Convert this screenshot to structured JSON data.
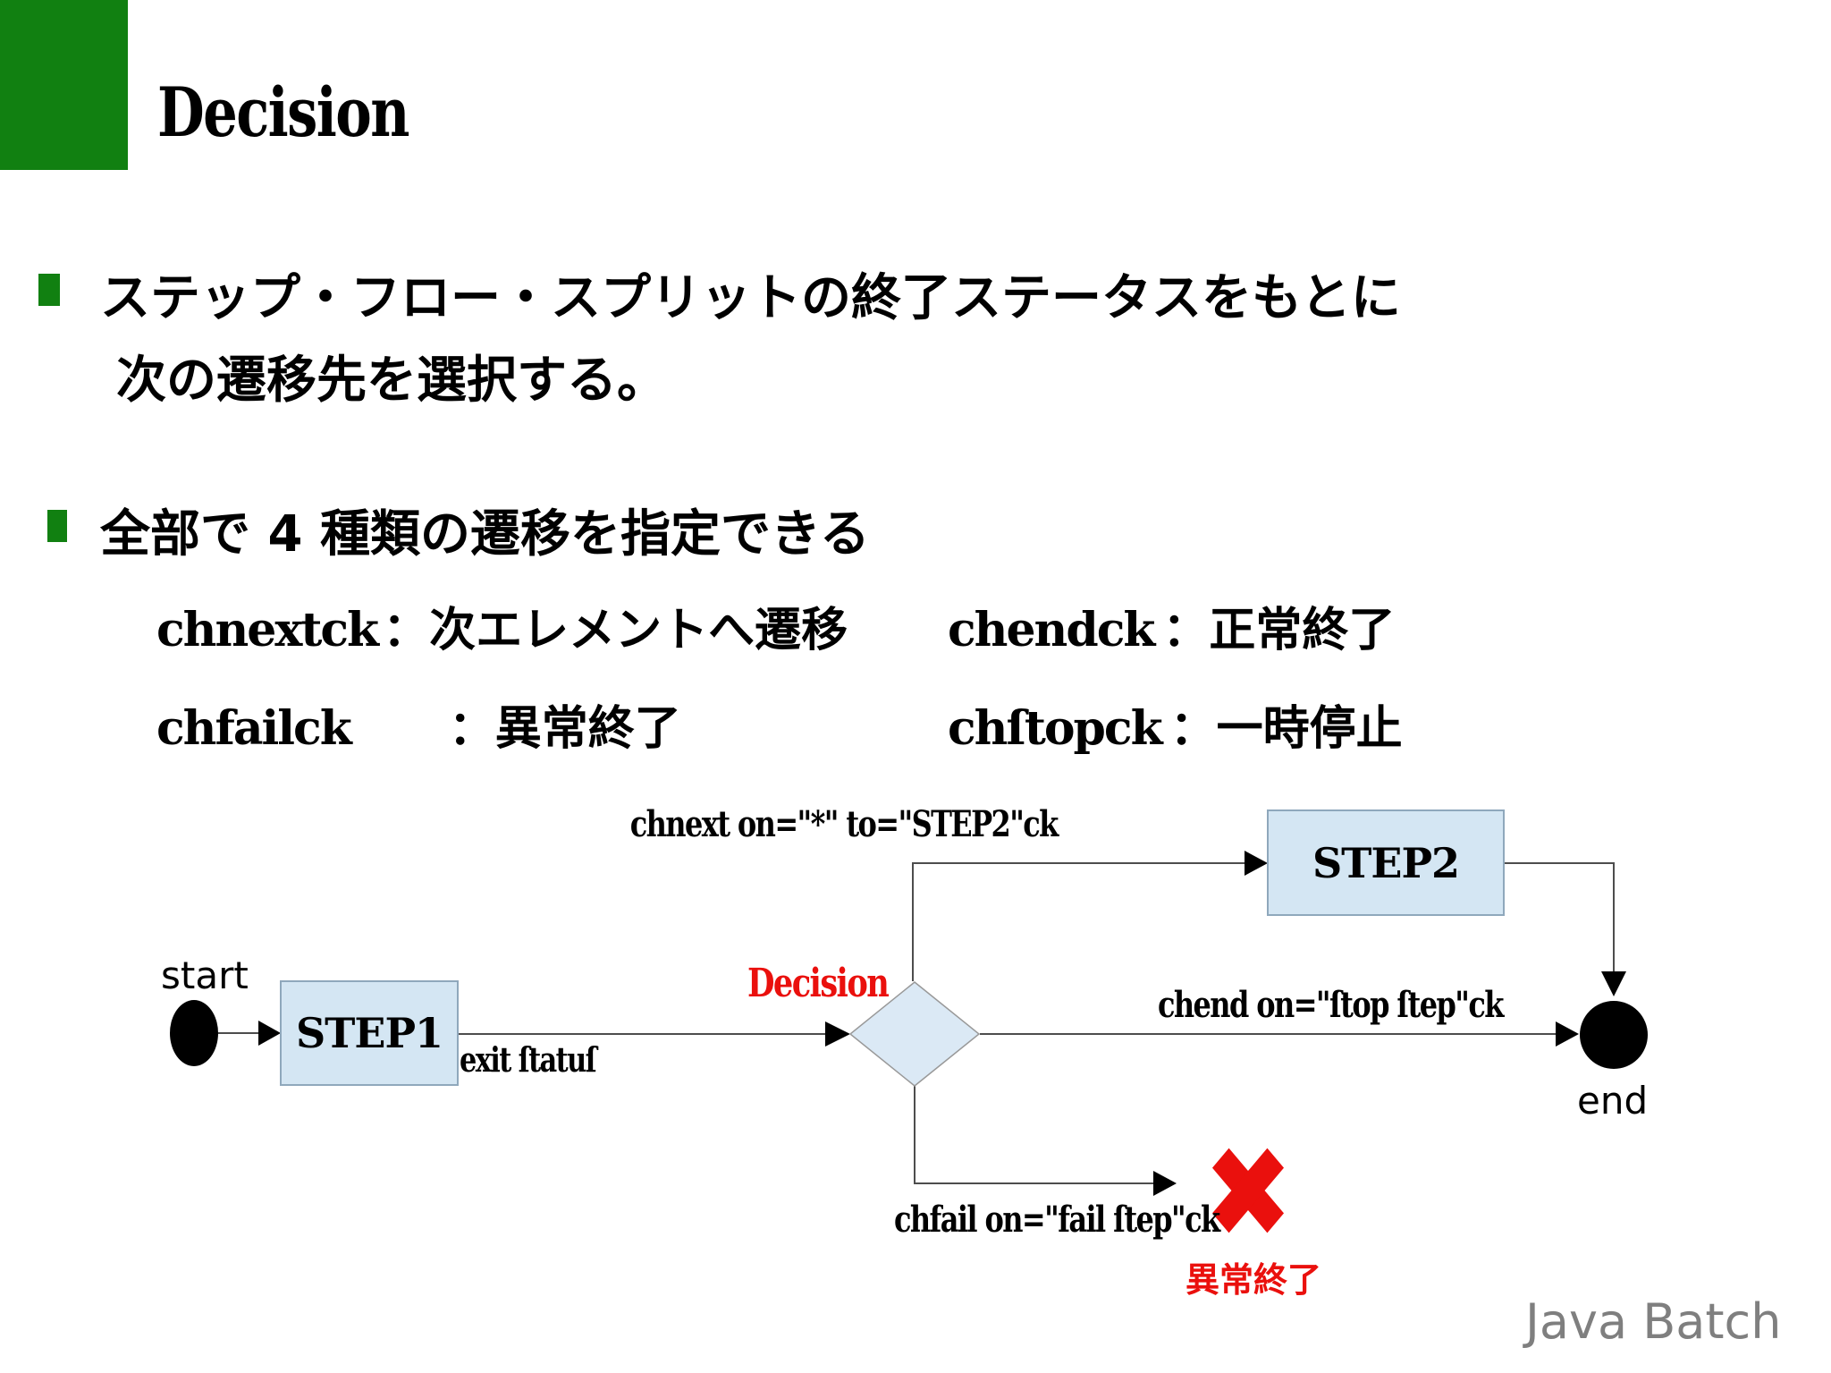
{
  "slide": {
    "title": "Decision",
    "footer": "Java Batch"
  },
  "bullets": {
    "b1_line1": "ステップ・フロー・スプリットの終了ステータスをもとに",
    "b1_line2": "次の遷移先を選択する。",
    "b2": "全部で 4 種類の遷移を指定できる"
  },
  "transitions": {
    "next_tag": "chnextck",
    "next_desc": "：次エレメントへ遷移",
    "end_tag": "chendck",
    "end_desc": "：正常終了",
    "fail_tag": "chfailck",
    "fail_desc": "：異常終了",
    "stop_tag": "chſtopck",
    "stop_desc": "：一時停止"
  },
  "diagram": {
    "start_label": "start",
    "step1_label": "STEP1",
    "exit_status_label": "exit ſtatuſ",
    "decision_label": "Decision",
    "next_edge_label": "chnext on=\"*\" to=\"STEP2\"ck",
    "step2_label": "STEP2",
    "end_edge_label": "chend on=\"ſtop ſtep\"ck",
    "end_label": "end",
    "fail_edge_label": "chfail on=\"fail ſtep\"ck",
    "fail_result_label": "異常終了"
  },
  "colors": {
    "accent_green": "#118011",
    "node_fill": "#d4e6f3",
    "node_border": "#8fa8bc",
    "diamond_fill": "#dbe9f5",
    "diamond_border": "#999999",
    "line_gray": "#4d4d4d",
    "alert_red": "#ea100d",
    "footer_gray": "#7f7f7f"
  }
}
